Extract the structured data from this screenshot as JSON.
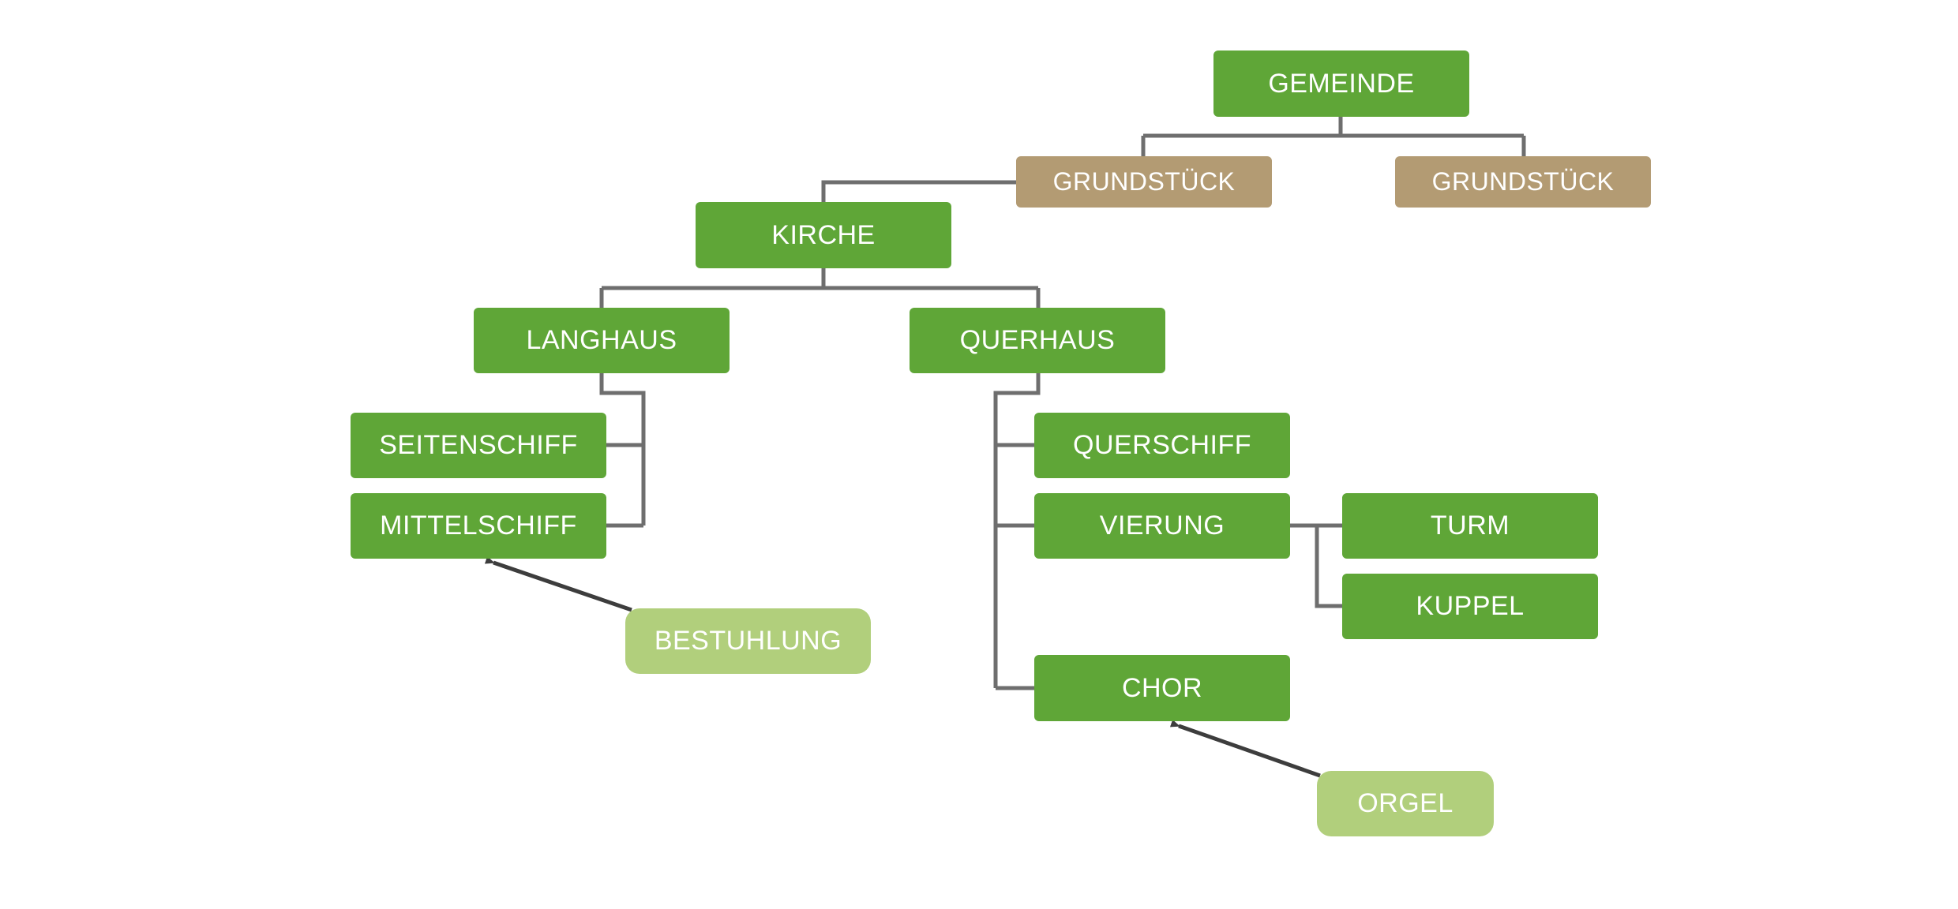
{
  "colors": {
    "primary": "#5fa637",
    "parcel": "#b39b73",
    "accessory": "#b1cf7c",
    "connector": "#6e6e6e",
    "arrow": "#3d3d3d"
  },
  "nodes": {
    "gemeinde": "GEMEINDE",
    "grundstueck_left": "GRUNDSTÜCK",
    "grundstueck_right": "GRUNDSTÜCK",
    "kirche": "KIRCHE",
    "langhaus": "LANGHAUS",
    "querhaus": "QUERHAUS",
    "seitenschiff": "SEITENSCHIFF",
    "mittelschiff": "MITTELSCHIFF",
    "querschiff": "QUERSCHIFF",
    "vierung": "VIERUNG",
    "turm": "TURM",
    "kuppel": "KUPPEL",
    "chor": "CHOR",
    "bestuhlung": "BESTUHLUNG",
    "orgel": "ORGEL"
  },
  "edges": [
    {
      "from": "gemeinde",
      "to": "grundstueck_left",
      "kind": "hierarchy"
    },
    {
      "from": "gemeinde",
      "to": "grundstueck_right",
      "kind": "hierarchy"
    },
    {
      "from": "grundstueck_left",
      "to": "kirche",
      "kind": "hierarchy"
    },
    {
      "from": "kirche",
      "to": "langhaus",
      "kind": "hierarchy"
    },
    {
      "from": "kirche",
      "to": "querhaus",
      "kind": "hierarchy"
    },
    {
      "from": "langhaus",
      "to": "seitenschiff",
      "kind": "hierarchy"
    },
    {
      "from": "langhaus",
      "to": "mittelschiff",
      "kind": "hierarchy"
    },
    {
      "from": "querhaus",
      "to": "querschiff",
      "kind": "hierarchy"
    },
    {
      "from": "querhaus",
      "to": "vierung",
      "kind": "hierarchy"
    },
    {
      "from": "querhaus",
      "to": "chor",
      "kind": "hierarchy"
    },
    {
      "from": "vierung",
      "to": "turm",
      "kind": "hierarchy"
    },
    {
      "from": "vierung",
      "to": "kuppel",
      "kind": "hierarchy"
    },
    {
      "from": "bestuhlung",
      "to": "mittelschiff",
      "kind": "arrow"
    },
    {
      "from": "orgel",
      "to": "chor",
      "kind": "arrow"
    }
  ]
}
